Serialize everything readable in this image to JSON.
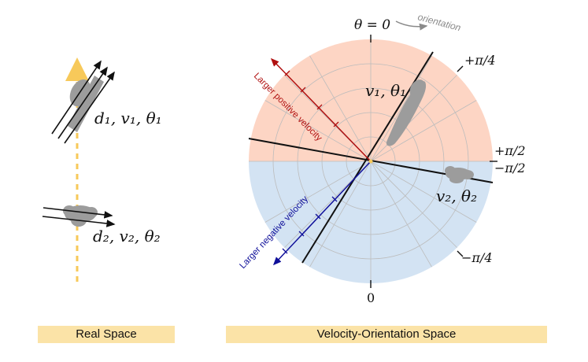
{
  "real_space": {
    "object1_label": "d₁, v₁, θ₁",
    "object2_label": "d₂, v₂, θ₂",
    "caption": "Real Space"
  },
  "velocity_space": {
    "theta_zero_label": "θ = 0",
    "orientation_label": "orientation",
    "angle_labels": {
      "plus_quarter": "+π/4",
      "plus_half": "+π/2",
      "minus_half": "−π/2",
      "minus_quarter": "−π/4",
      "zero": "0"
    },
    "positive_velocity_label": "Larger positive velocity",
    "negative_velocity_label": "Larger negative velocity",
    "object1_label": "v₁, θ₁",
    "object2_label": "v₂, θ₂",
    "caption": "Velocity-Orientation Space"
  },
  "colors": {
    "positive_half": "#fdd5c4",
    "negative_half": "#d3e3f3",
    "positive_arrow": "#b01010",
    "negative_arrow": "#10109a",
    "dashed_axis": "#f7c95a",
    "blob": "#9c9c9c",
    "caption_bg": "#fbe3a7"
  }
}
